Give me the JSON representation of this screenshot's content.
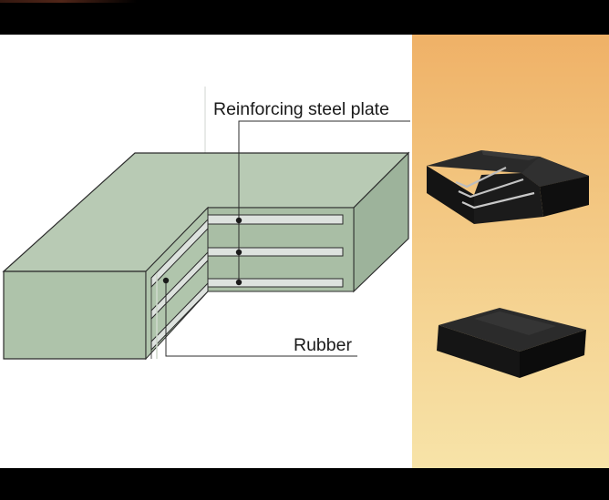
{
  "diagram": {
    "labels": {
      "steel_plate": "Reinforcing steel plate",
      "rubber": "Rubber"
    }
  },
  "colors": {
    "rubber_top": "#b4c6b0",
    "rubber_front": "#aac0a6",
    "rubber_side": "#98ae96",
    "steel_plate": "#dde2de",
    "outline": "#2c2c2c",
    "photo_background_top": "#efb167",
    "photo_background_bottom": "#f7e3a8",
    "bearing_black": "#141414"
  },
  "photos": [
    {
      "name": "laminated-bearing-photo",
      "layers_visible": 3
    },
    {
      "name": "plain-bearing-photo",
      "layers_visible": 0
    }
  ]
}
